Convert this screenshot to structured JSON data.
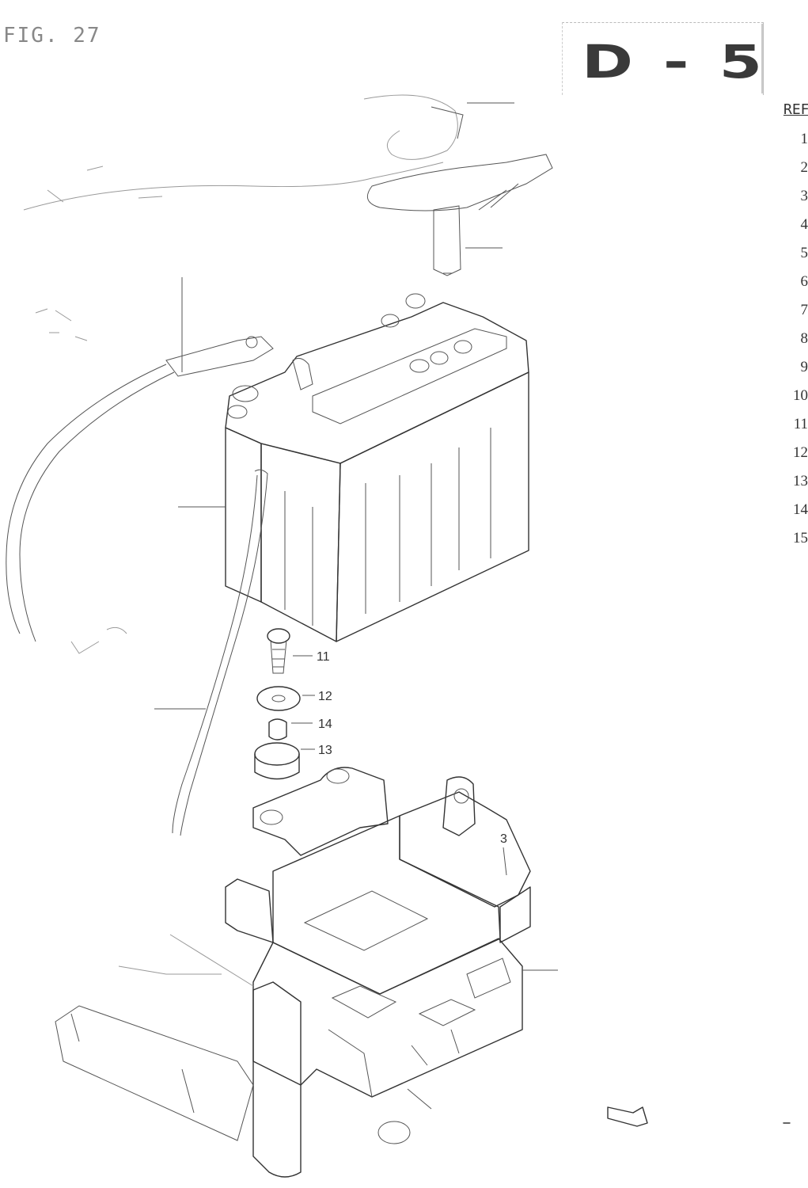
{
  "figure_label": "FIG. 27",
  "section_code": "D - 5",
  "reference_header": "REF",
  "reference_numbers": [
    "1",
    "2",
    "3",
    "4",
    "5",
    "6",
    "7",
    "8",
    "9",
    "10",
    "11",
    "12",
    "13",
    "14",
    "15"
  ],
  "callouts": [
    {
      "id": "11",
      "text": "11"
    },
    {
      "id": "12",
      "text": "12"
    },
    {
      "id": "14",
      "text": "14"
    },
    {
      "id": "13",
      "text": "13"
    },
    {
      "id": "3",
      "text": "3"
    }
  ]
}
